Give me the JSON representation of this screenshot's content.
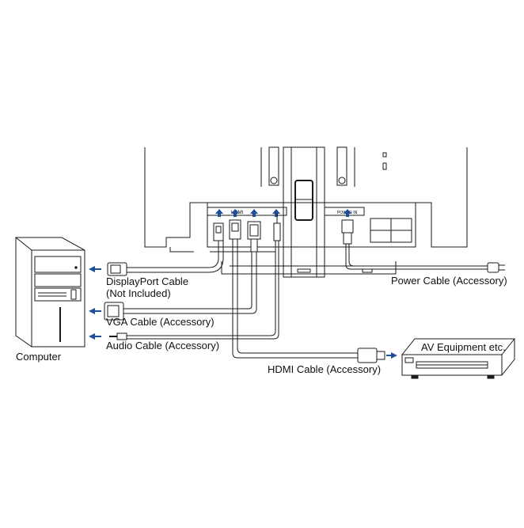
{
  "labels": {
    "computer": "Computer",
    "displayport_line1": "DisplayPort Cable",
    "displayport_line2": "(Not Included)",
    "vga": "VGA Cable (Accessory)",
    "audio": "Audio Cable (Accessory)",
    "power": "Power Cable (Accessory)",
    "hdmi": "HDMI Cable (Accessory)",
    "av_equipment": "AV Equipment etc."
  },
  "port_markings": {
    "hdmi": "HDMI",
    "power": "POWER IN"
  },
  "colors": {
    "arrow": "#1f4e97",
    "line": "#1a1a1a",
    "background": "#ffffff"
  }
}
